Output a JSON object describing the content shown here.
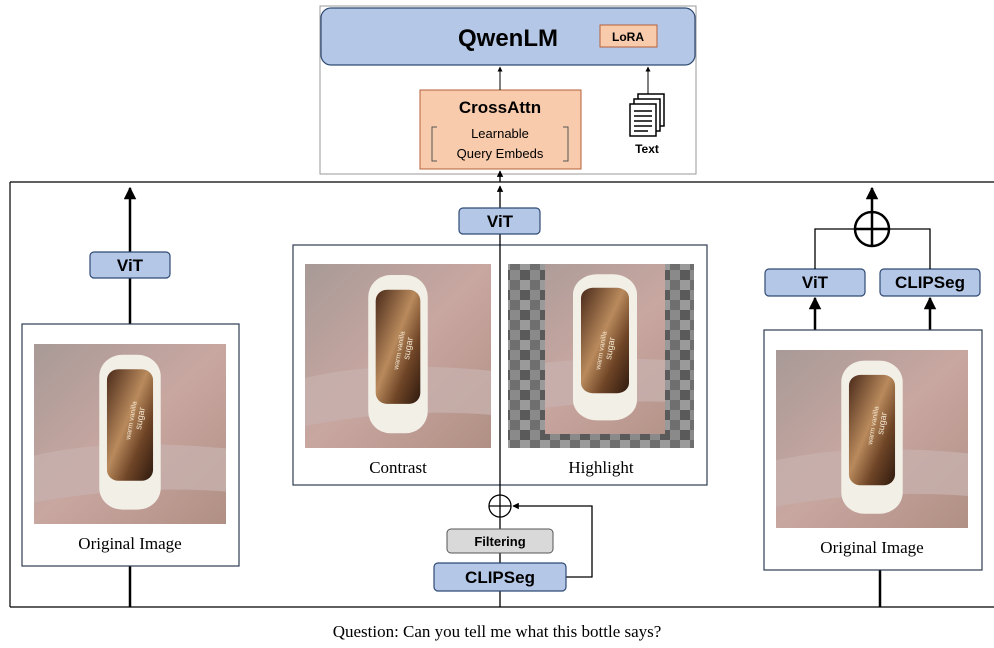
{
  "top_module": {
    "llm_label": "QwenLM",
    "lora_label": "LoRA",
    "crossattn_title": "CrossAttn",
    "crossattn_sub1": "Learnable",
    "crossattn_sub2": "Query Embeds",
    "text_label": "Text"
  },
  "left_panel": {
    "encoder_label": "ViT",
    "image_caption": "Original Image"
  },
  "center_panel": {
    "encoder_label": "ViT",
    "contrast_caption": "Contrast",
    "highlight_caption": "Highlight",
    "filtering_label": "Filtering",
    "clipseg_label": "CLIPSeg"
  },
  "right_panel": {
    "vit_label": "ViT",
    "clipseg_label": "CLIPSeg",
    "image_caption": "Original Image"
  },
  "bottle_text": {
    "line1": "warm vanilla",
    "line2": "sugar"
  },
  "question": "Question: Can you tell me what this bottle says?",
  "colors": {
    "block_fill": "#b4c7e7",
    "block_stroke": "#2f4a73",
    "crossattn_fill": "#f8cbad",
    "lora_fill": "#f8cbad",
    "filtering_fill": "#d9d9d9"
  }
}
